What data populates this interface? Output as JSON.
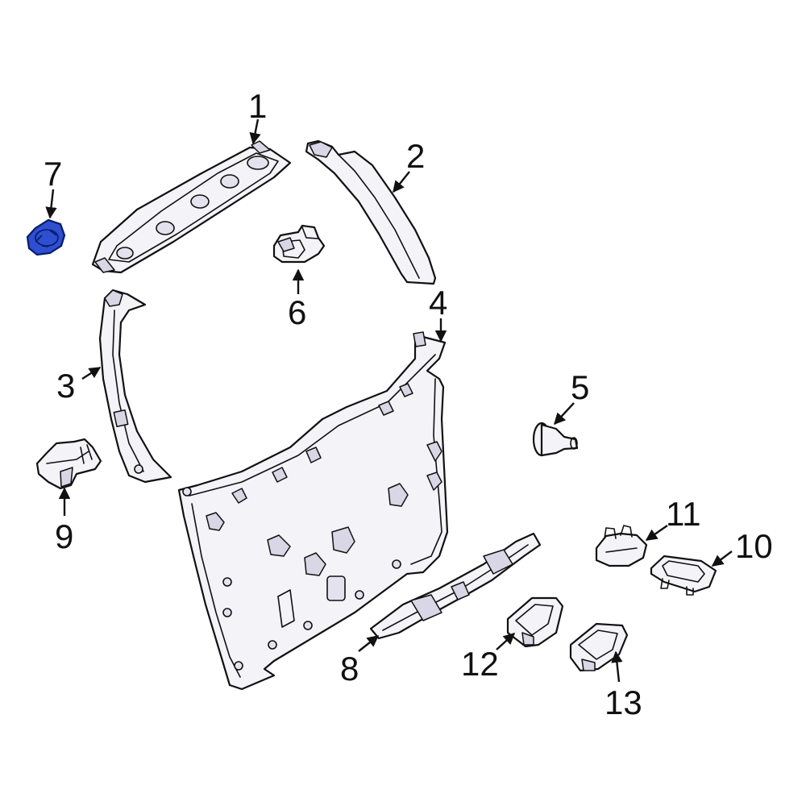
{
  "callouts": {
    "c1": "1",
    "c2": "2",
    "c3": "3",
    "c4": "4",
    "c5": "5",
    "c6": "6",
    "c7": "7",
    "c8": "8",
    "c9": "9",
    "c10": "10",
    "c11": "11",
    "c12": "12",
    "c13": "13"
  },
  "highlighted_part": "7",
  "colors": {
    "highlight_fill": "#2d4fd0",
    "line": "#111111",
    "part_fill": "#f4f3f8"
  }
}
